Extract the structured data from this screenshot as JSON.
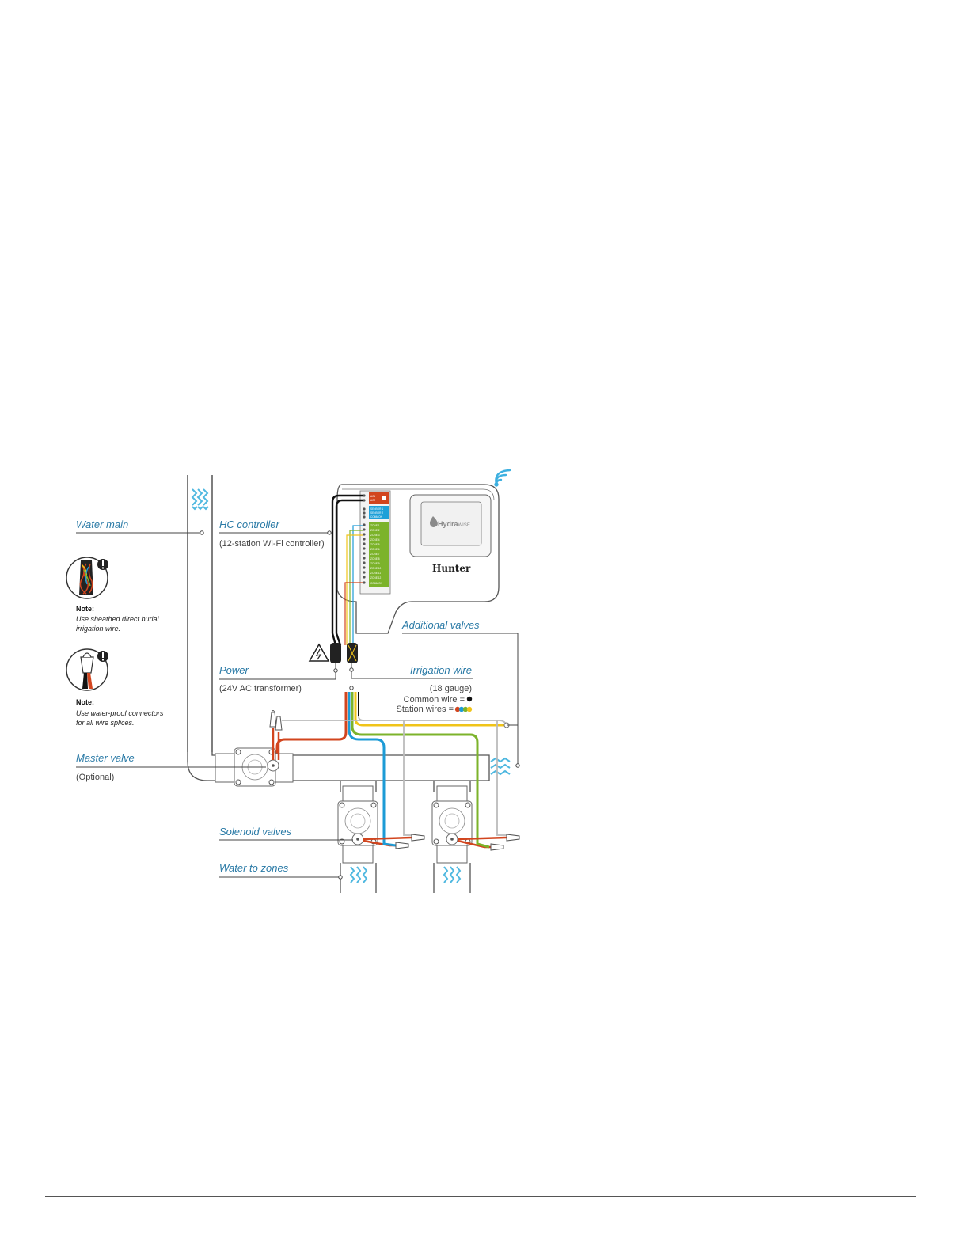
{
  "labels": {
    "water_main": "Water main",
    "hc_controller": "HC controller",
    "hc_controller_sub": "(12-station Wi-Fi controller)",
    "power": "Power",
    "power_sub": "(24V AC transformer)",
    "additional_valves": "Additional valves",
    "irrigation_wire": "Irrigation wire",
    "irrigation_wire_gauge": "(18 gauge)",
    "common_wire": "Common wire =",
    "station_wires": "Station wires =",
    "master_valve": "Master valve",
    "master_valve_sub": "(Optional)",
    "solenoid_valves": "Solenoid valves",
    "water_to_zones": "Water to zones"
  },
  "notes": [
    {
      "title": "Note:",
      "lines": [
        "Use sheathed direct burial",
        "irrigation wire."
      ]
    },
    {
      "title": "Note:",
      "lines": [
        "Use water-proof connectors",
        "for all wire splices."
      ]
    }
  ],
  "controller": {
    "brand": "Hunter",
    "display_brand_a": "Hydra",
    "display_brand_b": "WISE",
    "terminals_top": [
      "AC1",
      "AC2"
    ],
    "terminals_sensor": [
      "SENSOR 1",
      "SENSOR 2",
      "COMMON"
    ],
    "terminals_zones": [
      "ZONE 1",
      "ZONE 2",
      "ZONE 3",
      "ZONE 4",
      "ZONE 5",
      "ZONE 6",
      "ZONE 7",
      "ZONE 8",
      "ZONE 9",
      "ZONE 10",
      "ZONE 11",
      "ZONE 12",
      "COMMON"
    ]
  },
  "colors": {
    "label_blue": "#2a7aa6",
    "water_blue": "#4fb8e0",
    "wire_red": "#d2451e",
    "wire_blue": "#1d9bd6",
    "wire_yellow": "#f0c419",
    "wire_green": "#7cb32b",
    "wire_black": "#111111",
    "terminal_red": "#d2451e",
    "terminal_blue": "#1ea0d8",
    "terminal_green": "#7cb32b"
  },
  "icons": [
    "wifi-icon",
    "high-voltage-warning-icon",
    "water-flow-icon",
    "alert-icon"
  ]
}
